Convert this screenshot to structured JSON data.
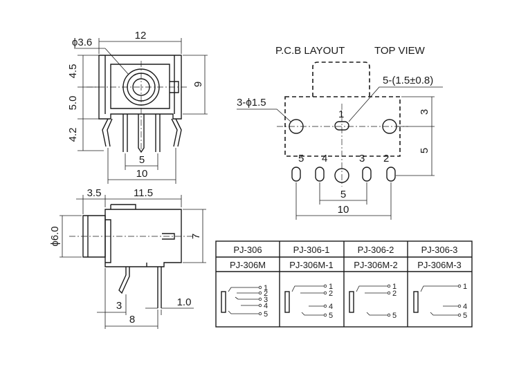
{
  "front_view": {
    "dims": {
      "width_top": "12",
      "hole_dia": "ϕ3.6",
      "h_top": "4.5",
      "h_mid": "5.0",
      "h_bottom": "4.2",
      "height_right": "9",
      "pin_spacing_inner": "5",
      "pin_spacing_outer": "10"
    }
  },
  "side_view": {
    "dims": {
      "nose_length": "3.5",
      "body_length": "11.5",
      "nose_dia": "ϕ6.0",
      "height_right": "7",
      "pin_offset": "3",
      "pin_width": "1.0",
      "pin_span": "8"
    }
  },
  "pcb_layout": {
    "title": "P.C.B LAYOUT",
    "view_label": "TOP VIEW",
    "hole_label": "3-ϕ1.5",
    "slot_label": "5-(1.5±0.8)",
    "dim_right_top": "3",
    "dim_right_bottom": "5",
    "dim_bottom_inner": "5",
    "dim_bottom_outer": "10",
    "pins": [
      "1",
      "5",
      "4",
      "3",
      "2"
    ]
  },
  "models_table": {
    "row1": [
      "PJ-306",
      "PJ-306-1",
      "PJ-306-2",
      "PJ-306-3"
    ],
    "row2": [
      "PJ-306M",
      "PJ-306M-1",
      "PJ-306M-2",
      "PJ-306M-3"
    ],
    "schematics": [
      [
        "1",
        "2",
        "3",
        "4",
        "5"
      ],
      [
        "1",
        "2",
        "4",
        "5"
      ],
      [
        "1",
        "2",
        "5"
      ],
      [
        "1",
        "4",
        "5"
      ]
    ]
  }
}
